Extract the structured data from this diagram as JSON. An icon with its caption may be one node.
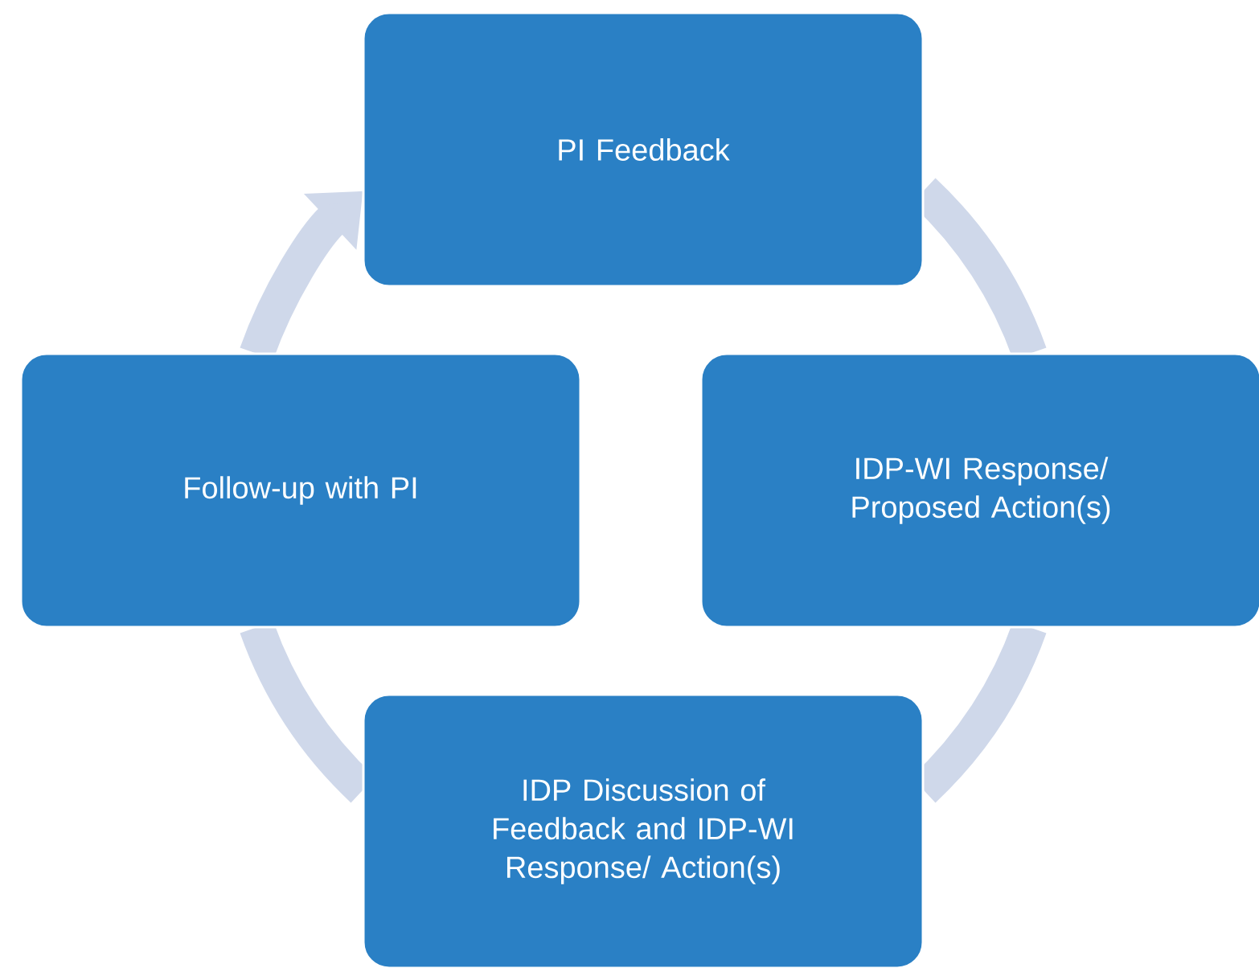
{
  "diagram": {
    "nodes": [
      {
        "text": [
          "PI Feedback"
        ]
      },
      {
        "text": [
          "IDP-WI Response/ Proposed Action(s)"
        ]
      },
      {
        "text": [
          "IDP Discussion of Feedback and IDP-WI Response/ Action(s)"
        ]
      },
      {
        "text": [
          "Follow-up with PI"
        ]
      }
    ],
    "edges": [
      {
        "from": 0,
        "to": 1,
        "arrow": "none"
      },
      {
        "from": 1,
        "to": 2,
        "arrow": "none"
      },
      {
        "from": 2,
        "to": 3,
        "arrow": "none"
      },
      {
        "from": 3,
        "to": 0,
        "arrow": "to"
      }
    ]
  }
}
